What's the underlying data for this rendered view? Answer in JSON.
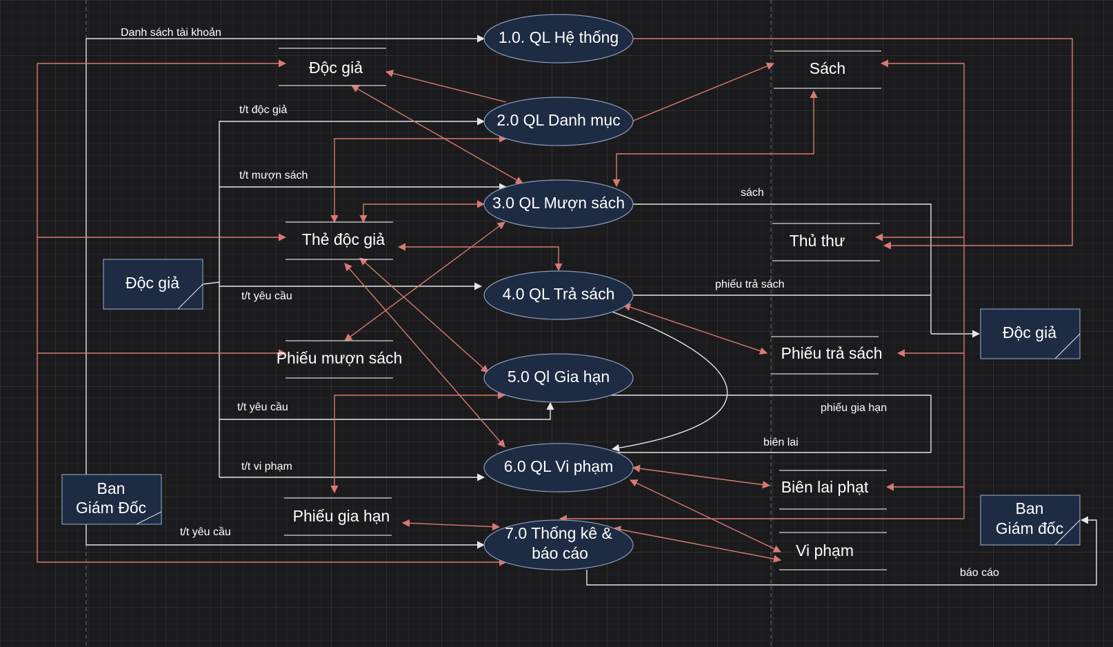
{
  "colors": {
    "background": "#1b1b1d",
    "node_fill": "#1d2b43",
    "node_stroke": "#8a9bb8",
    "flow_white": "#e6e6e6",
    "flow_red": "#d97a72"
  },
  "processes": {
    "p1": "1.0. QL Hệ thống",
    "p2": "2.0 QL Danh mục",
    "p3": "3.0 QL Mượn sách",
    "p4": "4.0 QL Trả sách",
    "p5": "5.0 Ql Gia hạn",
    "p6": "6.0 QL Vi phạm",
    "p7_line1": "7.0 Thống kê &",
    "p7_line2": "báo cáo"
  },
  "stores": {
    "doc_gia": "Độc giả",
    "the_doc_gia": "Thẻ độc giả",
    "phieu_muon_sach": "Phiếu mượn sách",
    "phieu_gia_han": "Phiếu gia hạn",
    "sach": "Sách",
    "thu_thu": "Thủ thư",
    "phieu_tra_sach": "Phiếu trả sách",
    "bien_lai_phat": "Biên lai phạt",
    "vi_pham": "Vi phạm"
  },
  "entities": {
    "doc_gia_left": "Độc giả",
    "bgd_left_line1": "Ban",
    "bgd_left_line2": "Giám Đốc",
    "doc_gia_right": "Độc giả",
    "bgd_right_line1": "Ban",
    "bgd_right_line2": "Giám đốc"
  },
  "flow_labels": {
    "danh_sach_tai_khoan": "Danh sách tài khoản",
    "tt_doc_gia": "t/t độc giả",
    "tt_muon_sach": "t/t mượn sách",
    "tt_yeu_cau_1": "t/t yêu cầu",
    "tt_yeu_cau_2": "t/t yêu cầu",
    "tt_vi_pham": "t/t vi phạm",
    "tt_yeu_cau_3": "t/t yêu cầu",
    "sach": "sách",
    "phieu_tra_sach": "phiếu trả sách",
    "phieu_gia_han": "phiếu gia hạn",
    "bien_lai": "biên lai",
    "bao_cao": "báo cáo"
  }
}
